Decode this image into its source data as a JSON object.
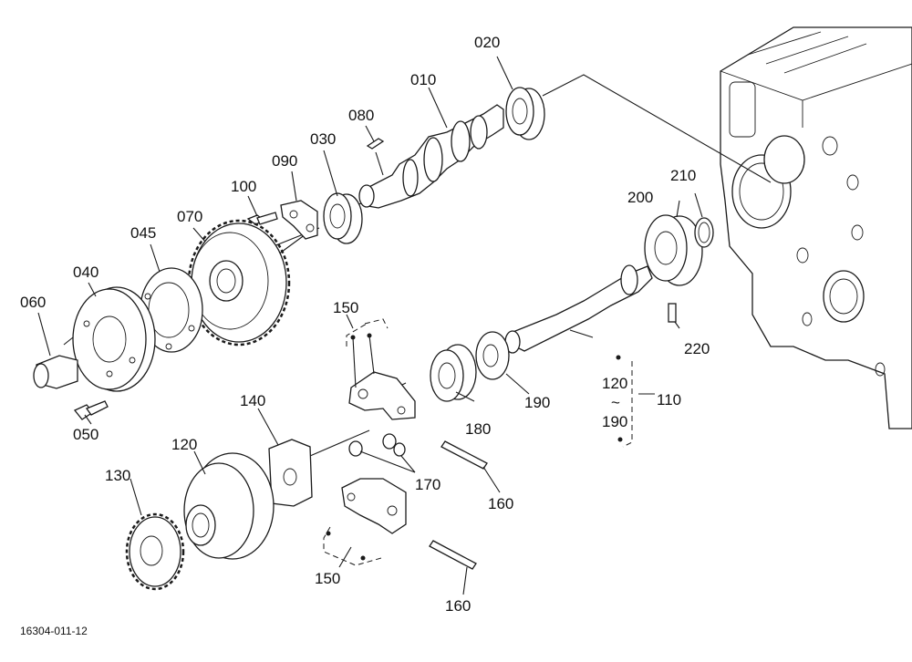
{
  "labels": {
    "p010": "010",
    "p020": "020",
    "p030": "030",
    "p040": "040",
    "p045": "045",
    "p050": "050",
    "p060": "060",
    "p070": "070",
    "p080": "080",
    "p090": "090",
    "p100": "100",
    "p110": "110",
    "p120a": "120",
    "p120b": "120",
    "p130": "130",
    "p140": "140",
    "p150a": "150",
    "p150b": "150",
    "p160a": "160",
    "p160b": "160",
    "p170": "170",
    "p180": "180",
    "p190a": "190",
    "p190b": "190",
    "p200": "200",
    "p210": "210",
    "p220": "220",
    "tilde": "~"
  },
  "figure_code": "16304-011-12"
}
